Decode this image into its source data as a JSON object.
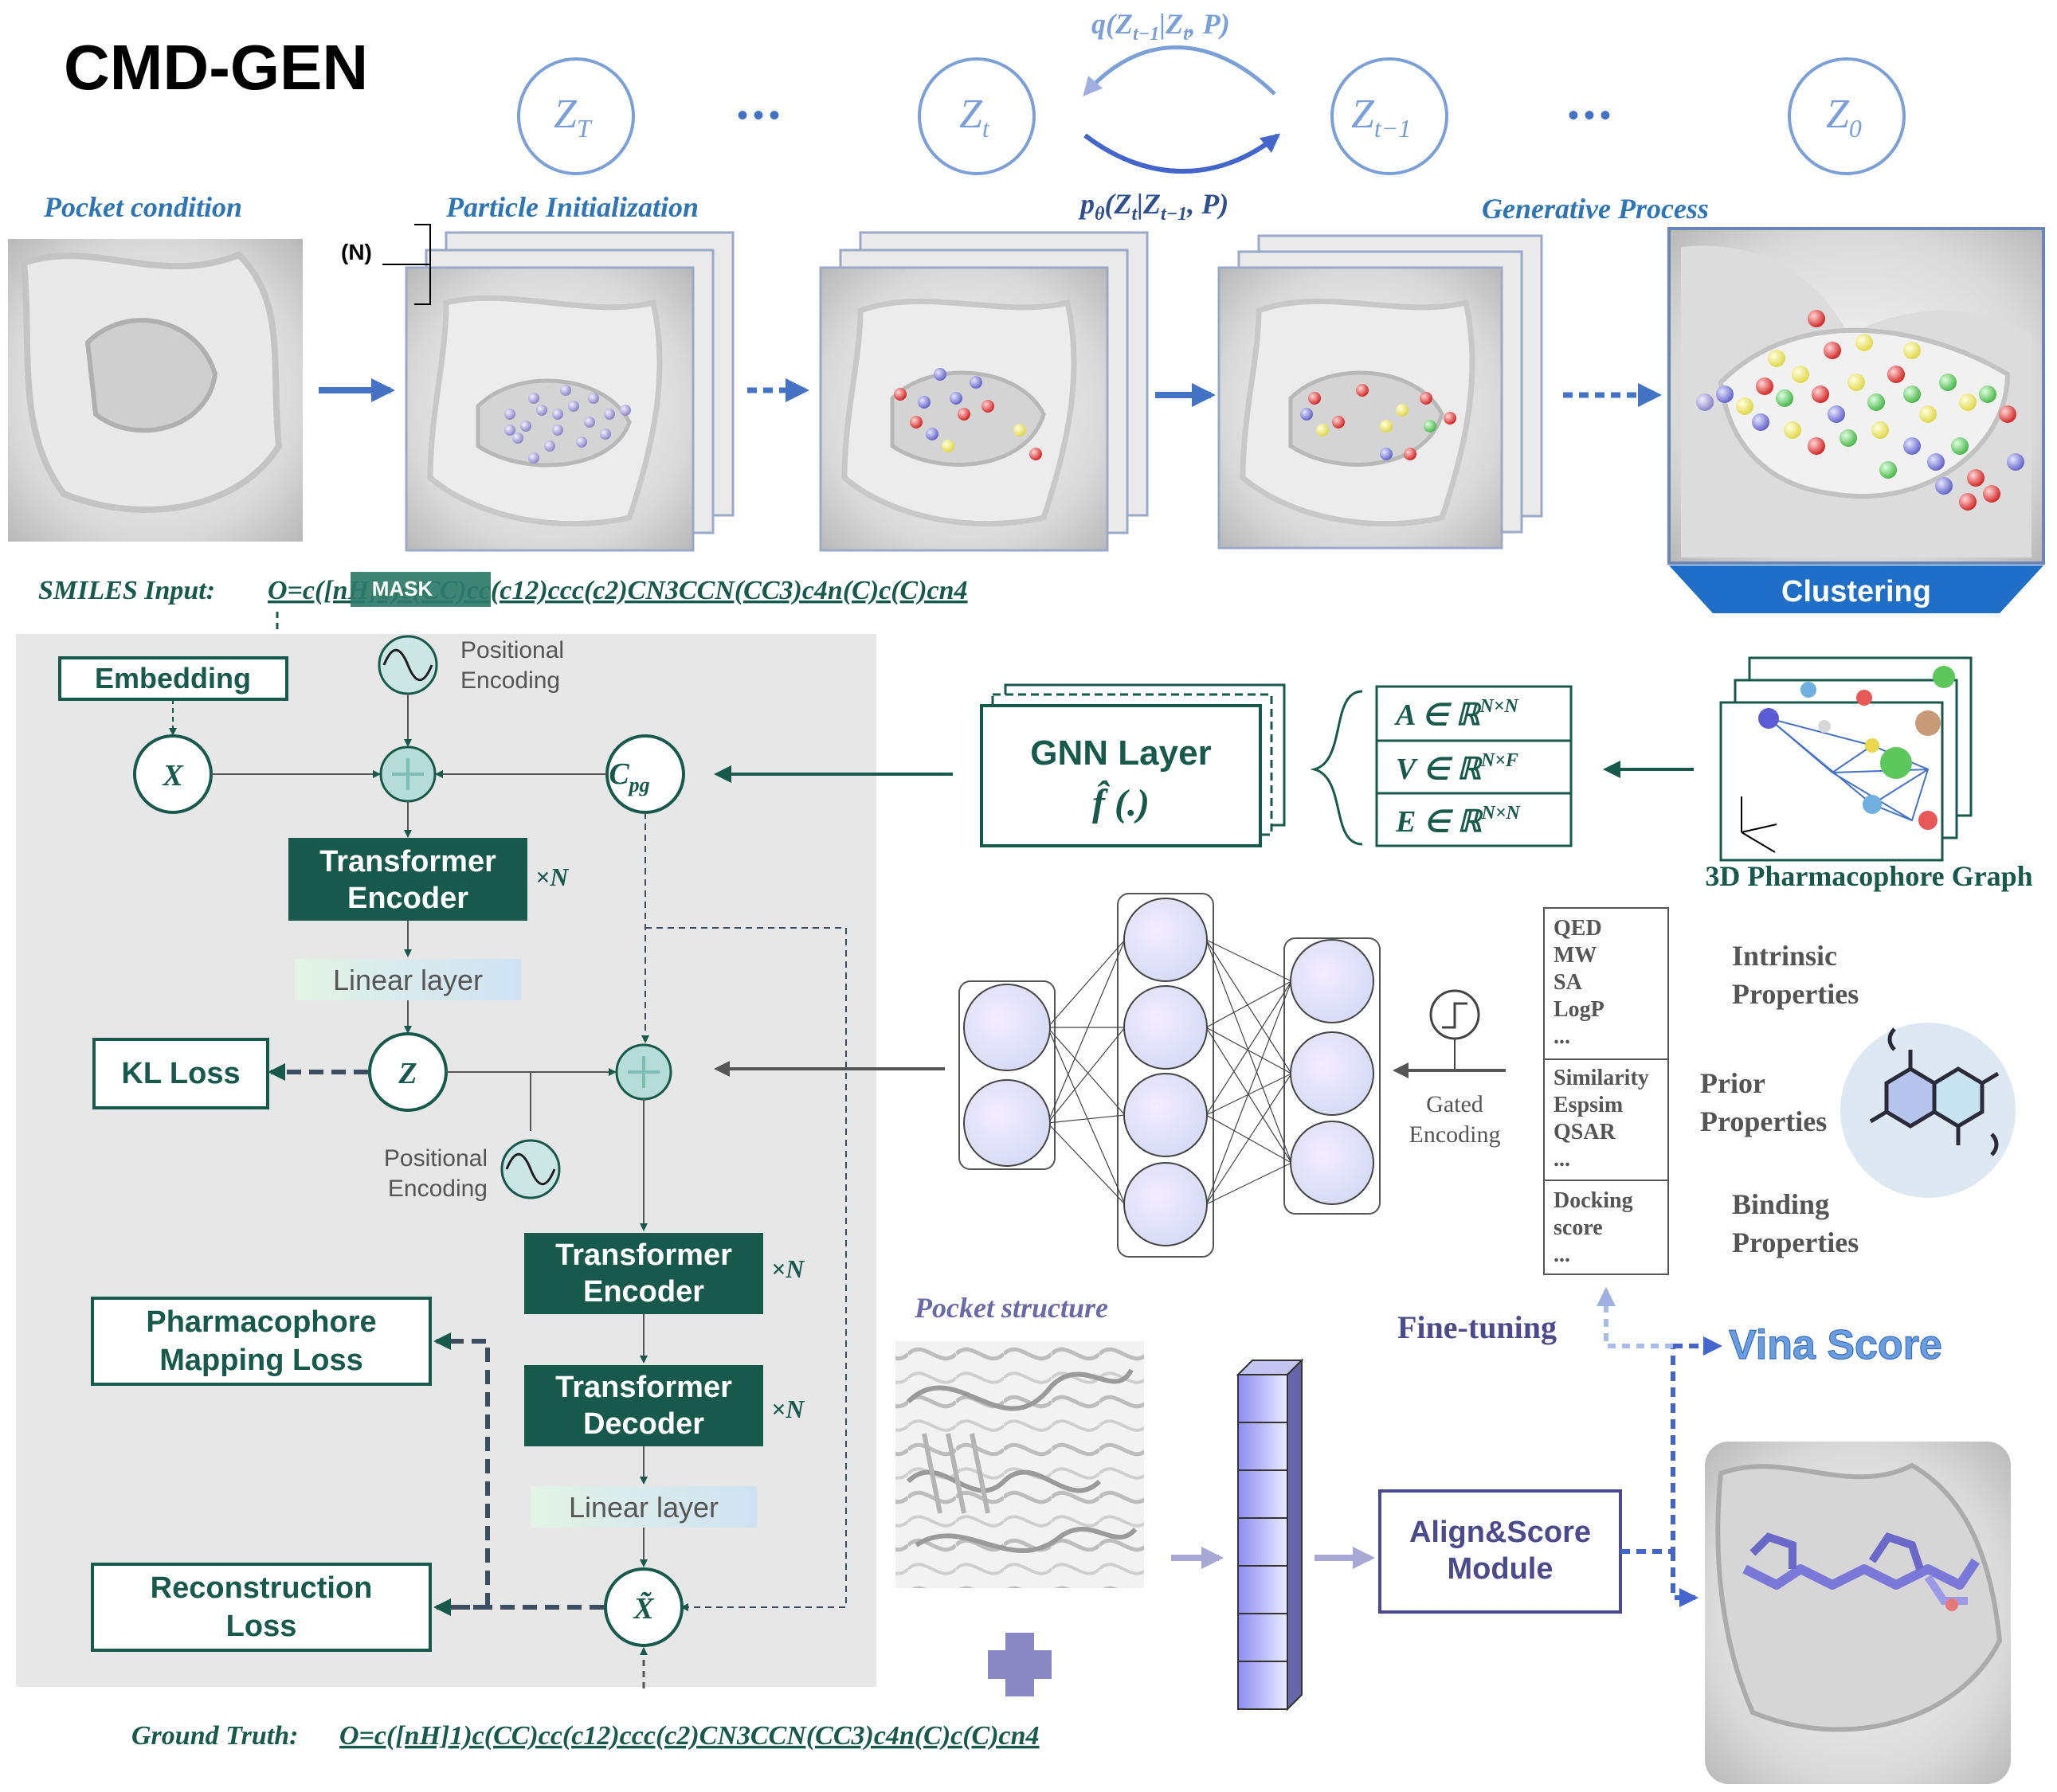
{
  "title": "CMD-GEN",
  "diffusion": {
    "states": [
      "Z",
      "Z",
      "Z",
      "Z"
    ],
    "state_subs": [
      "T",
      "t",
      "t−1",
      "0"
    ],
    "ellipsis": "•••",
    "q_label": "q(Z",
    "q_label_rest": "|Z",
    "q_label_end": ", P)",
    "q_sub1": "t−1",
    "q_sub2": "t",
    "p_label": "p",
    "p_sub_theta": "θ",
    "p_label_mid": "(Z",
    "p_sub1": "t",
    "p_label_rest": "|Z",
    "p_sub2": "t−1",
    "p_label_end": ", P)"
  },
  "stages": {
    "pocket_condition": "Pocket condition",
    "particle_init": "Particle Initialization",
    "generative": "Generative Process",
    "n_label": "(N)",
    "clustering": "Clustering"
  },
  "smiles": {
    "input_label": "SMILES Input:",
    "input_value": "O=c([nH]1)c(CC)cc(c12)ccc(c2)CN3CCN(CC3)c4n(C)c(C)cn4",
    "mask": "MASK",
    "truth_label": "Ground Truth:",
    "truth_value": "O=c([nH]1)c(CC)cc(c12)ccc(c2)CN3CCN(CC3)c4n(C)c(C)cn4"
  },
  "model": {
    "embedding": "Embedding",
    "pos_enc_1": "Positional",
    "pos_enc_2": "Encoding",
    "x": "X",
    "c": "C",
    "c_sub": "pg",
    "enc1_1": "Transformer",
    "enc1_2": "Encoder",
    "times_n": "×N",
    "linear": "Linear layer",
    "z": "Z",
    "kl": "KL Loss",
    "enc2_1": "Transformer",
    "enc2_2": "Encoder",
    "dec_1": "Transformer",
    "dec_2": "Decoder",
    "linear2": "Linear layer",
    "xtilde": "X̃",
    "pharm_loss_1": "Pharmacophore",
    "pharm_loss_2": "Mapping Loss",
    "recon_1": "Reconstruction",
    "recon_2": "Loss"
  },
  "graph": {
    "gnn_1": "GNN Layer",
    "gnn_2": "f̂ (.)",
    "a": "A ∈ ℝ",
    "a_sup": "N×N",
    "v": "V ∈ ℝ",
    "v_sup": "N×F",
    "e": "E ∈ ℝ",
    "e_sup": "N×N",
    "pharm_graph": "3D Pharmacophore Graph"
  },
  "properties": {
    "gated_1": "Gated",
    "gated_2": "Encoding",
    "list1": [
      "QED",
      "MW",
      "SA",
      "LogP",
      "..."
    ],
    "list2": [
      "Similarity",
      "Espsim",
      "QSAR",
      "..."
    ],
    "list3": [
      "Docking",
      "score",
      "..."
    ],
    "intrinsic_1": "Intrinsic",
    "intrinsic_2": "Properties",
    "prior_1": "Prior",
    "prior_2": "Properties",
    "binding_1": "Binding",
    "binding_2": "Properties"
  },
  "scoring": {
    "pocket_structure": "Pocket structure",
    "fine_tuning": "Fine-tuning",
    "vina": "Vina Score",
    "align_1": "Align&Score",
    "align_2": "Module"
  },
  "colors": {
    "teal": "#17594a",
    "blue": "#4472c4",
    "light_blue": "#7b9fd8",
    "purple": "#4a4a8c",
    "gray_panel": "#e8e7e8"
  }
}
